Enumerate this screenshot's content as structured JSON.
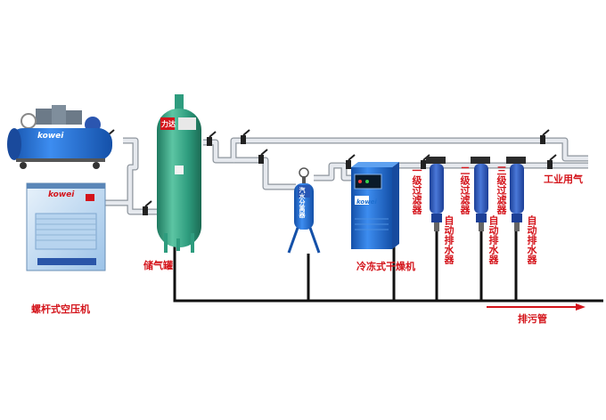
{
  "labels": {
    "screw_compressor": "螺杆式空压机",
    "air_tank": "储气罐",
    "refrigerated_dryer": "冷冻式干燥机",
    "industrial_air": "工业用气",
    "drain_pipe": "排污管",
    "filter_1": "一级过滤器",
    "filter_2": "二级过滤器",
    "filter_3": "三级过滤器",
    "auto_drain_1": "自动排水器",
    "auto_drain_2": "自动排水器",
    "auto_drain_3": "自动排水器"
  },
  "brand": {
    "logo_piston": "kowei",
    "logo_screw": "kowei",
    "logo_dryer": "kowei",
    "tank_tag": "力达",
    "separator_tag": "汽水分离器"
  },
  "colors": {
    "pipe": "#d9dde3",
    "pipe_outline": "#8f969e",
    "drain_line": "#111111",
    "label": "#d4141b",
    "tank": "#2e9c7e",
    "equipment_blue": "#1e6fd0",
    "filter_blue": "#2453b8"
  }
}
